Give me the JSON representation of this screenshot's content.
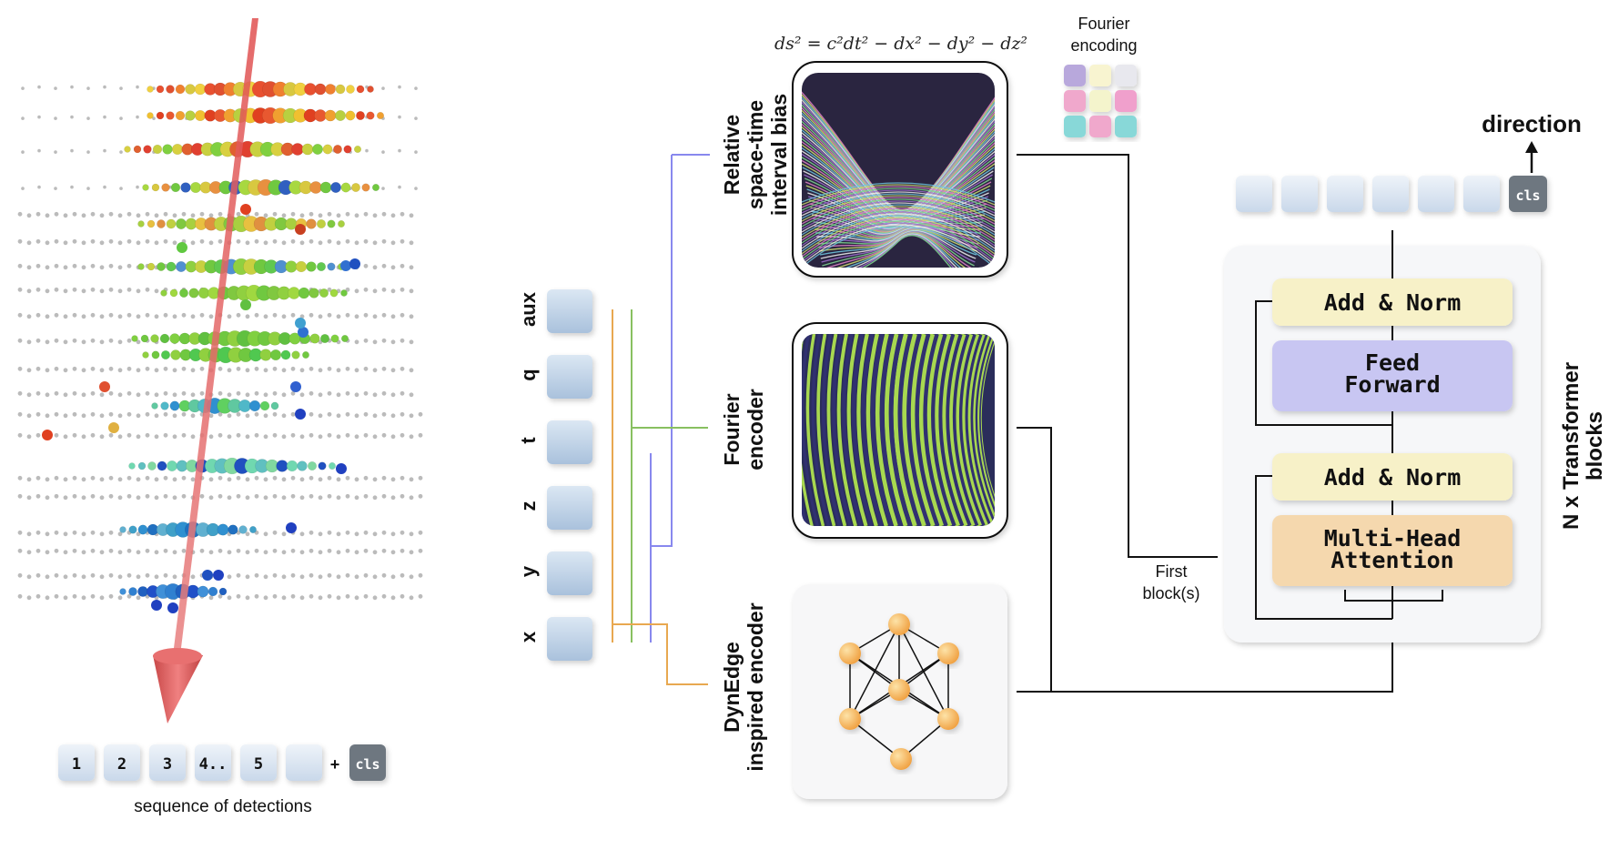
{
  "formula": "ds² = c²dt² − dx² − dy² − dz²",
  "fourier_encoding_label": [
    "Fourier",
    "encoding"
  ],
  "sequence": {
    "tokens": [
      "1",
      "2",
      "3",
      "4..",
      "5",
      ""
    ],
    "plus": "+",
    "cls": "cls",
    "caption": "sequence of detections"
  },
  "inputs": [
    "aux",
    "q",
    "t",
    "z",
    "y",
    "x"
  ],
  "encoders": {
    "relative": [
      "Relative",
      "space-time",
      "interval bias"
    ],
    "fourier": [
      "Fourier",
      "encoder"
    ],
    "dynedge": [
      "DynEdge",
      "inspired encoder"
    ]
  },
  "first_blocks": [
    "First",
    "block(s)"
  ],
  "transformer": {
    "add_norm_top": "Add & Norm",
    "feed_forward": [
      "Feed",
      "Forward"
    ],
    "add_norm_bottom": "Add & Norm",
    "attention": [
      "Multi-Head",
      "Attention"
    ],
    "side_label": [
      "N x Transformer",
      "blocks"
    ]
  },
  "output": {
    "cls": "cls",
    "direction": "direction"
  },
  "colors": {
    "line_aux": "#8888ee",
    "line_t": "#88c060",
    "line_x": "#e8a850",
    "add_norm": "#f7f1c8",
    "feed_forward": "#c8c6f2",
    "attention": "#f5d8ae",
    "token": "#dde8f4",
    "cls_token": "#6e7780"
  }
}
